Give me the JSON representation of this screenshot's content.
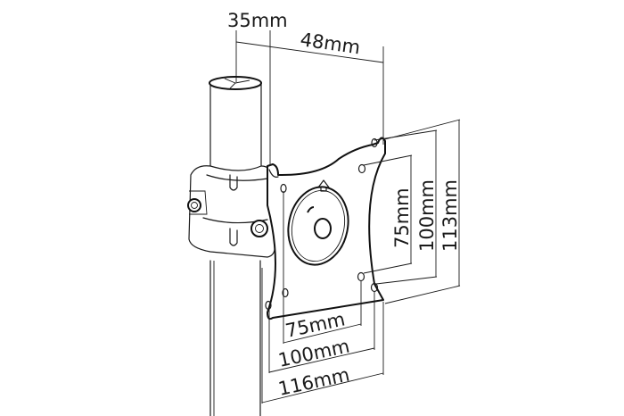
{
  "diagram": {
    "subject": "Pole-mounted monitor bracket with VESA plate",
    "dimensions": {
      "top_left": "35mm",
      "top_right": "48mm",
      "vertical_inner": "75mm",
      "vertical_middle": "100mm",
      "vertical_outer": "113mm",
      "horizontal_inner": "75mm",
      "horizontal_middle": "100mm",
      "horizontal_outer": "116mm"
    },
    "colors": {
      "line": "#1a1a1a",
      "background": "#ffffff"
    }
  }
}
